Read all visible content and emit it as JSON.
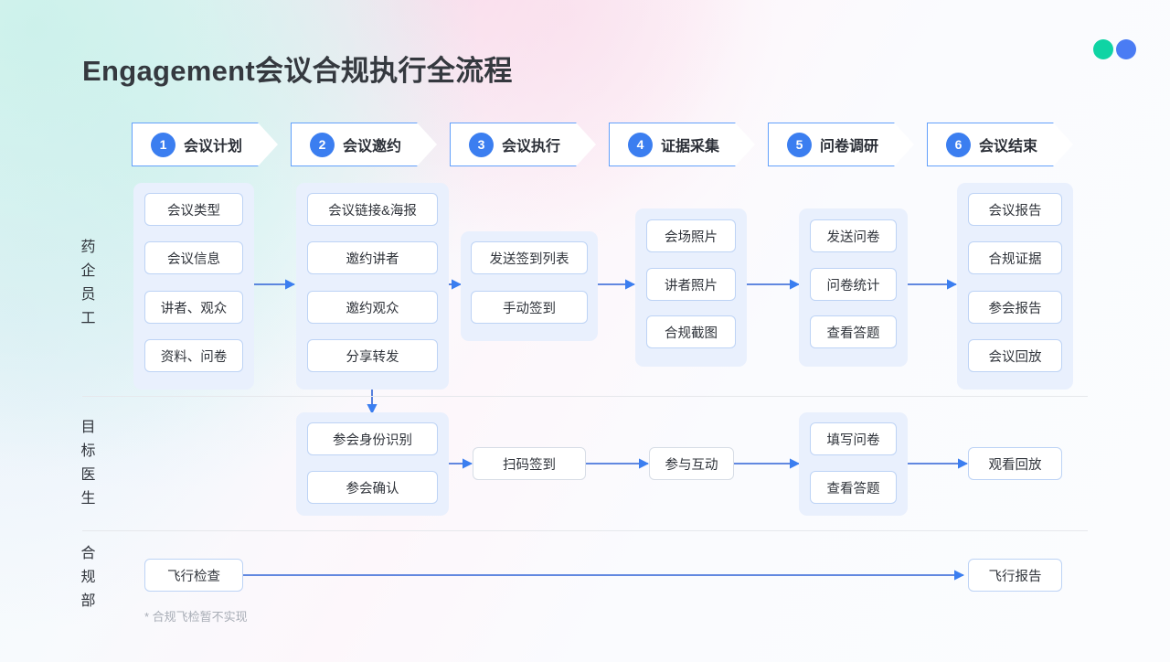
{
  "page": {
    "title": "Engagement会议合规执行全流程",
    "accent_blue": "#3b7ef0",
    "accent_green": "#0fd4a4",
    "arrow_color": "#2e62d6",
    "panel_bg": "#e9f0fd",
    "node_border": "#bdd3f5"
  },
  "brand_dots": [
    {
      "name": "dot-green",
      "color": "#0fd4a4"
    },
    {
      "name": "dot-blue",
      "color": "#4a7cf4"
    }
  ],
  "steps": [
    {
      "num": "1",
      "label": "会议计划"
    },
    {
      "num": "2",
      "label": "会议邀约"
    },
    {
      "num": "3",
      "label": "会议执行"
    },
    {
      "num": "4",
      "label": "证据采集"
    },
    {
      "num": "5",
      "label": "问卷调研"
    },
    {
      "num": "6",
      "label": "会议结束"
    }
  ],
  "rows": [
    {
      "key": "pharma",
      "label": "药企员工"
    },
    {
      "key": "doctor",
      "label": "目标医生"
    },
    {
      "key": "compliance",
      "label": "合规部"
    }
  ],
  "pharma_row": {
    "col1": [
      "会议类型",
      "会议信息",
      "讲者、观众",
      "资料、问卷"
    ],
    "col2": [
      "会议链接&海报",
      "邀约讲者",
      "邀约观众",
      "分享转发"
    ],
    "col3": [
      "发送签到列表",
      "手动签到"
    ],
    "col4": [
      "会场照片",
      "讲者照片",
      "合规截图"
    ],
    "col5": [
      "发送问卷",
      "问卷统计",
      "查看答题"
    ],
    "col6": [
      "会议报告",
      "合规证据",
      "参会报告",
      "会议回放"
    ]
  },
  "doctor_row": {
    "col2": [
      "参会身份识别",
      "参会确认"
    ],
    "scan": "扫码签到",
    "interact": "参与互动",
    "col5": [
      "填写问卷",
      "查看答题"
    ],
    "replay": "观看回放"
  },
  "compliance_row": {
    "start": "飞行检查",
    "end": "飞行报告",
    "note": "* 合规飞检暂不实现"
  }
}
